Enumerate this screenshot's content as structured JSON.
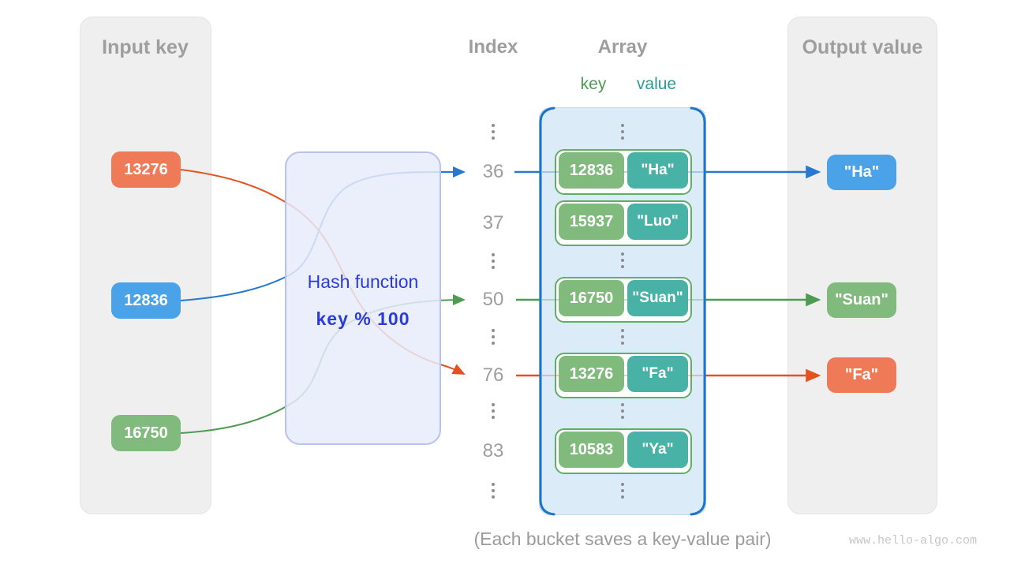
{
  "input_panel": {
    "title": "Input key",
    "keys": [
      "13276",
      "12836",
      "16750"
    ]
  },
  "hash_box": {
    "line1": "Hash function",
    "line2": "key % 100"
  },
  "index_column": {
    "title": "Index",
    "values": [
      "36",
      "37",
      "50",
      "76",
      "83"
    ]
  },
  "array_panel": {
    "title": "Array",
    "key_header": "key",
    "value_header": "value",
    "buckets": [
      {
        "key": "12836",
        "value": "\"Ha\""
      },
      {
        "key": "15937",
        "value": "\"Luo\""
      },
      {
        "key": "16750",
        "value": "\"Suan\""
      },
      {
        "key": "13276",
        "value": "\"Fa\""
      },
      {
        "key": "10583",
        "value": "\"Ya\""
      }
    ]
  },
  "output_panel": {
    "title": "Output value",
    "values": [
      "\"Ha\"",
      "\"Suan\"",
      "\"Fa\""
    ]
  },
  "caption": "(Each bucket saves a key-value pair)",
  "watermark": "www.hello-algo.com",
  "colors": {
    "chip_orange": "#ee7a58",
    "chip_blue": "#4aa3e9",
    "chip_green": "#80ba7d",
    "chip_teal": "#49b2a7",
    "arrow_orange": "#e5511f",
    "arrow_blue": "#2878d0",
    "arrow_green": "#4f9b52",
    "array_border_blue": "#1b74c9",
    "bucket_border_green": "#5fae63",
    "hash_text_blue": "#2b3cd6",
    "gray_text": "#9e9e9e"
  }
}
